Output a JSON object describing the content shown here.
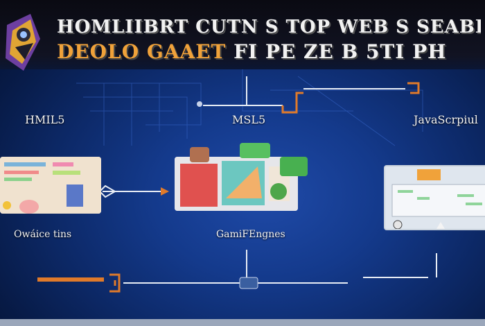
{
  "header": {
    "title_line1": "HOMLIIBRT CUTN S TOP WEB S SEABF",
    "title_line2_accent": "DEOLO GAAET",
    "title_line2_rest": " FI  PE ZE B 5TI PH"
  },
  "nodes": {
    "html5": "HMIL5",
    "msl5": "MSL5",
    "javascript": "JavaScrpiul",
    "graphics": "Owáice tins",
    "game_engines": "GamiFEngnes"
  },
  "colors": {
    "accent_orange": "#f0a23a",
    "line_white": "#e8edf5",
    "connector_orange": "#e07a2a"
  }
}
